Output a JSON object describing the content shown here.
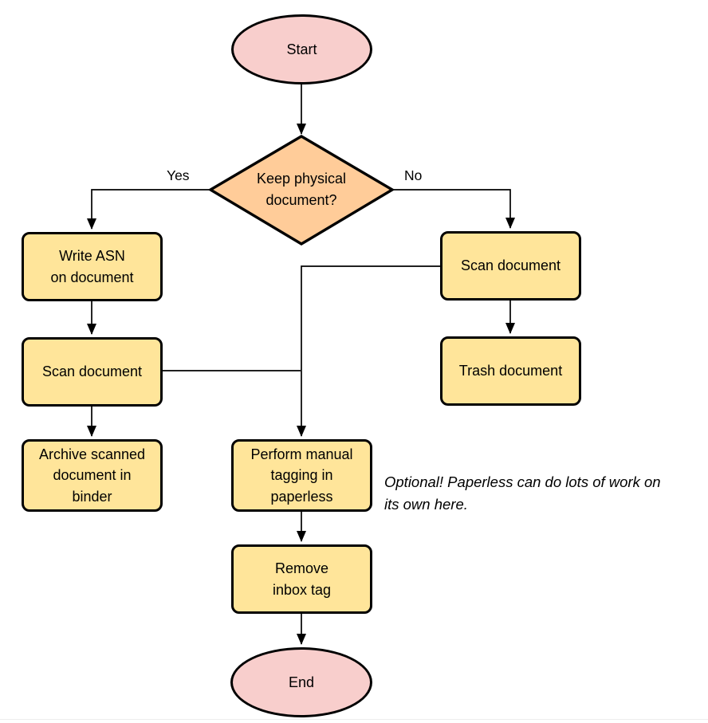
{
  "diagram": {
    "nodes": {
      "start": {
        "label": "Start"
      },
      "keep_physical": {
        "label": "Keep physical\ndocument?"
      },
      "write_asn": {
        "label": "Write ASN\non document"
      },
      "scan_left": {
        "label": "Scan document"
      },
      "archive": {
        "label": "Archive scanned\ndocument in\nbinder"
      },
      "scan_right": {
        "label": "Scan document"
      },
      "trash": {
        "label": "Trash document"
      },
      "tagging": {
        "label": "Perform manual\ntagging in\npaperless"
      },
      "remove_inbox": {
        "label": "Remove\ninbox tag"
      },
      "end": {
        "label": "End"
      }
    },
    "edge_labels": {
      "yes": "Yes",
      "no": "No"
    },
    "note": "Optional! Paperless can do lots of work on\nits own here.",
    "colors": {
      "terminal_fill": "#f8cecc",
      "decision_fill": "#ffcc99",
      "process_fill": "#ffe59a",
      "stroke": "#000000"
    }
  }
}
